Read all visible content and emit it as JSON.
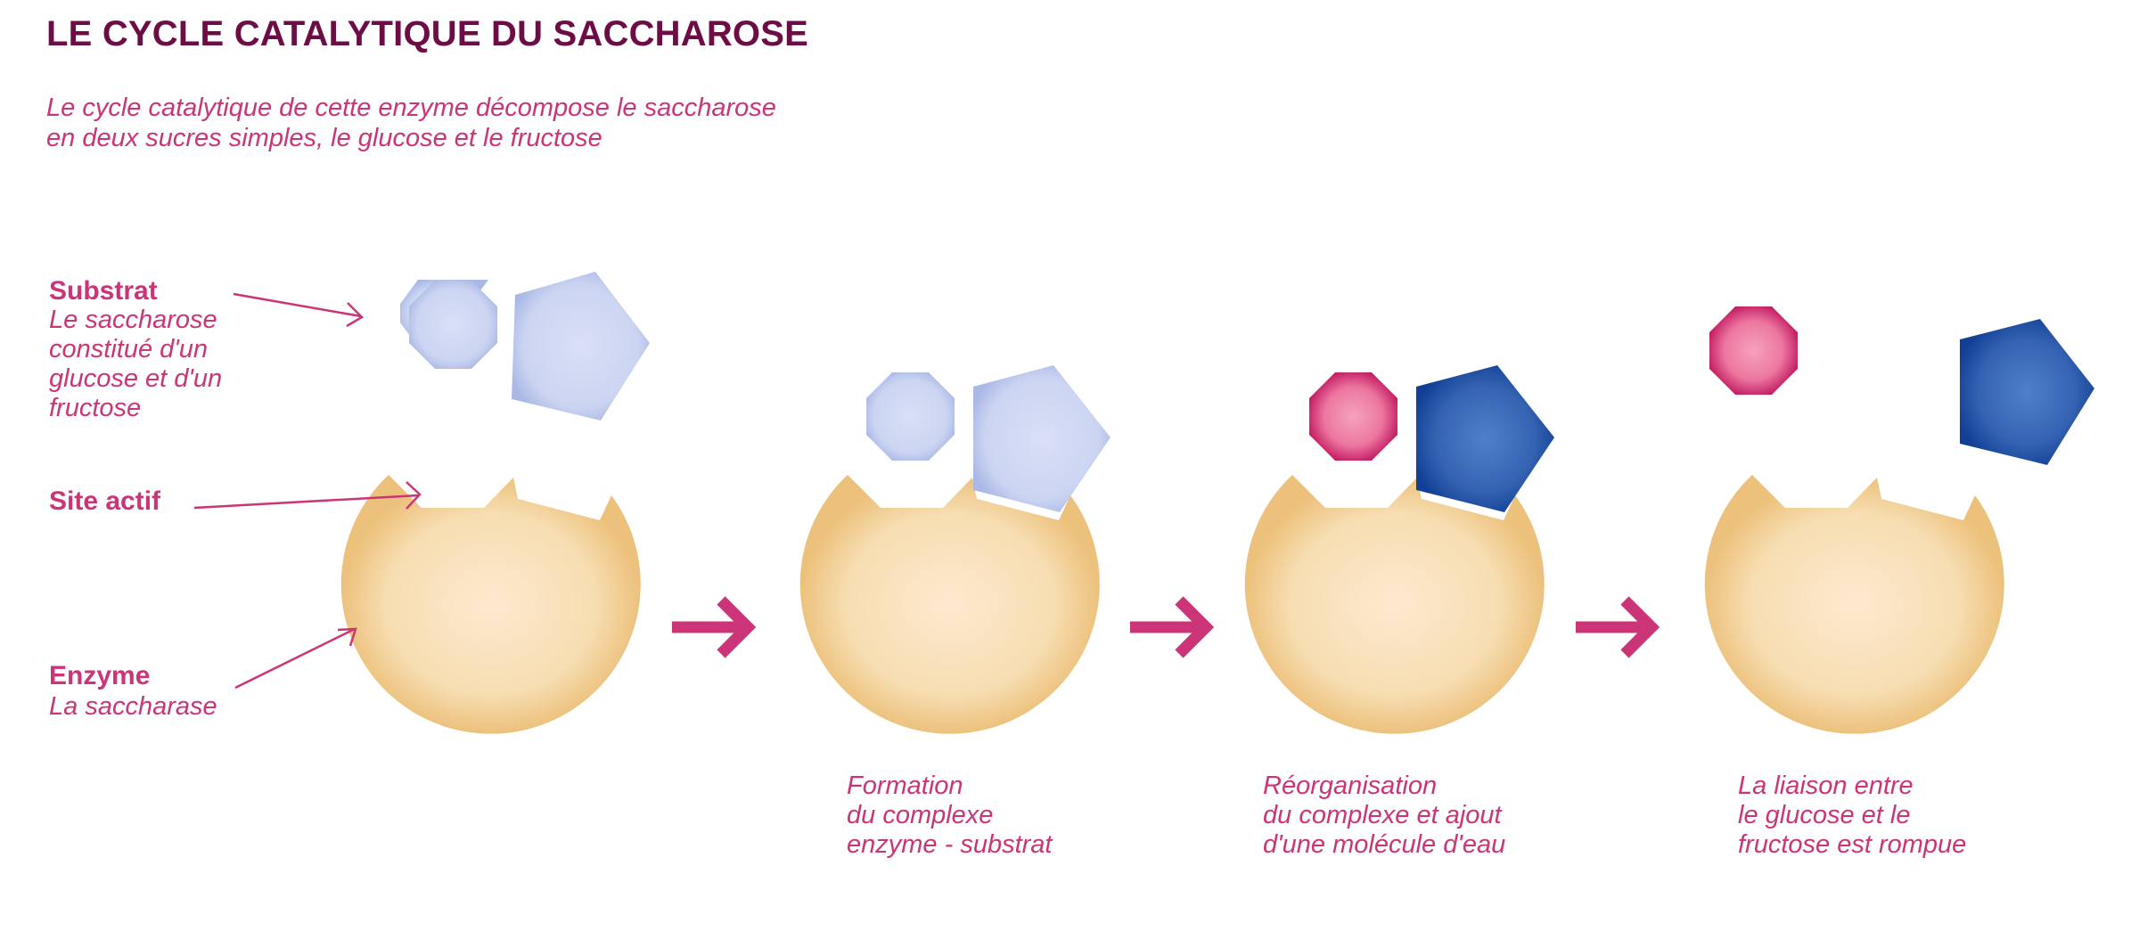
{
  "header": {
    "title": "LE CYCLE CATALYTIQUE DU SACCHAROSE",
    "subtitle_lines": [
      "Le cycle catalytique de cette enzyme décompose le saccharose",
      "en deux sucres simples, le glucose et le fructose"
    ]
  },
  "labels": {
    "substrat": {
      "title": "Substrat",
      "lines": [
        "Le saccharose",
        "constitué d'un",
        "glucose et d'un",
        "fructose"
      ]
    },
    "site_actif": {
      "title": "Site actif"
    },
    "enzyme": {
      "title": "Enzyme",
      "lines": [
        "La saccharase"
      ]
    }
  },
  "steps": [
    {
      "caption_lines": []
    },
    {
      "caption_lines": [
        "Formation",
        "du complexe",
        "enzyme - substrat"
      ]
    },
    {
      "caption_lines": [
        "Réorganisation",
        "du complexe et ajout",
        "d'une molécule d'eau"
      ]
    },
    {
      "caption_lines": [
        "La liaison entre",
        "le glucose et le",
        "fructose est rompue"
      ]
    }
  ],
  "icons": {
    "enzyme": "enzyme-circle",
    "glucose": "octagon",
    "fructose": "pentagon",
    "arrow": "right-arrow",
    "pointer": "pointer-arrow"
  },
  "colors": {
    "title": "#6e0c45",
    "text": "#cc3478",
    "enzyme": "#f0c98c",
    "glucose_light": "#c5cfee",
    "fructose_light": "#c5cfee",
    "glucose_active": "#e0457f",
    "fructose_active": "#2a57a8",
    "arrow": "#cc3478"
  }
}
